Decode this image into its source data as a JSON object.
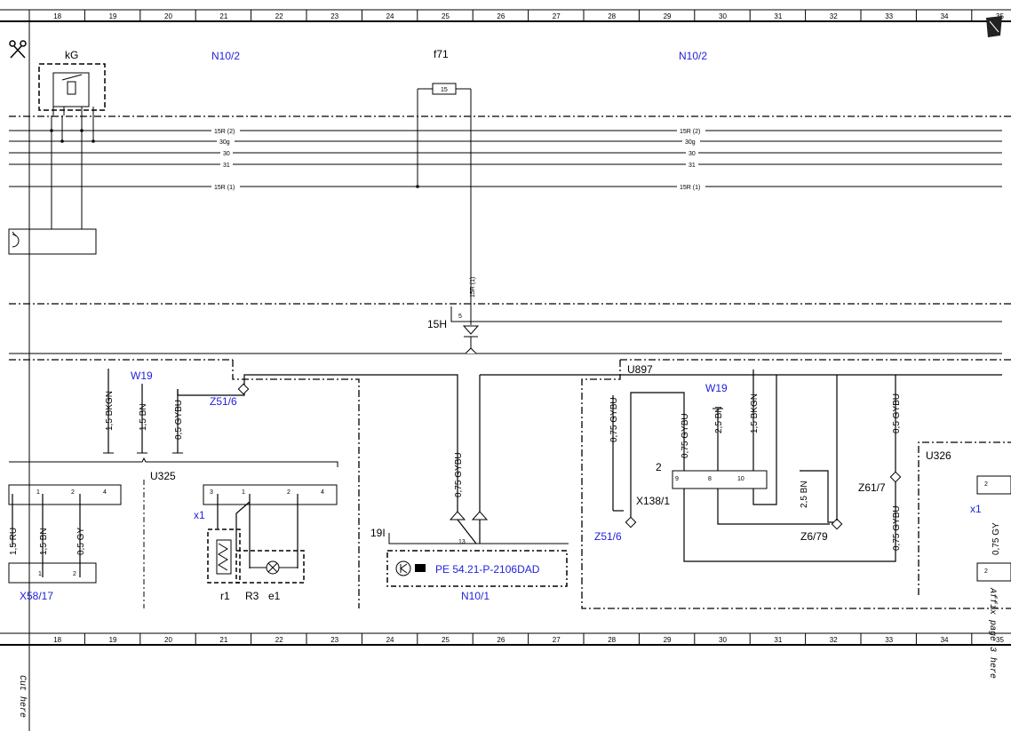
{
  "ruler_numbers": [
    "18",
    "19",
    "20",
    "21",
    "22",
    "23",
    "24",
    "25",
    "26",
    "27",
    "28",
    "29",
    "30",
    "31",
    "32",
    "33",
    "34",
    "35"
  ],
  "components": {
    "kG": "kG",
    "n10_2_left": "N10/2",
    "f71": "f71",
    "fuse_15": "15",
    "n10_2_right": "N10/2",
    "h15": "15H",
    "pin5": "5",
    "u897": "U897",
    "w19_left": "W19",
    "w19_right": "W19",
    "z51_6_top": "Z51/6",
    "z51_6_bottom": "Z51/6",
    "u325": "U325",
    "u326": "U326",
    "x1_left": "x1",
    "x1_right": "x1",
    "r1": "r1",
    "r3": "R3",
    "e1": "e1",
    "x58_17": "X58/17",
    "n10_1": "N10/1",
    "pin19i": "19I",
    "pin13": "13",
    "x138_1": "X138/1",
    "z6_79": "Z6/79",
    "z61_7": "Z61/7",
    "pin2": "2",
    "pin9": "9",
    "pin8": "8",
    "pin10": "10",
    "pe_ref": "PE 54.21-P-2106DAD"
  },
  "bus_labels": {
    "b15r2_l": "15R (2)",
    "b30g_l": "30g",
    "b30_l": "30",
    "b31_l": "31",
    "b15r1_l": "15R (1)",
    "b15r2_r": "15R (2)",
    "b30g_r": "30g",
    "b30_r": "30",
    "b31_r": "31",
    "b15r1_r": "15R (1)",
    "vert15r1": "15R (1)"
  },
  "wire_labels": {
    "w_15bkgn_left": "1,5 BKGN",
    "w_15bn_left": "1,5 BN",
    "w_05gybu_left": "0,5 GYBU",
    "w_075gybu_center": "0,75 GYBU",
    "w_075gybu_a": "0,75 GYBU",
    "w_075gybu_b": "0,75 GYBU",
    "w_25bn": "2,5 BN",
    "w_15bkgn_right": "1,5 BKGN",
    "w_25bn_b": "2,5 BN",
    "w_05gybu_right": "0,5 GYBU",
    "w_075gybu_right": "0,75 GYBU",
    "w_15ru": "1,5 RU",
    "w_15bn_lower": "1,5 BN",
    "w_05gy_lower": "0,5 GY",
    "w_075gy_right": "0,75 GY"
  },
  "connector_pins": {
    "p1": "1",
    "p2": "2",
    "p4": "4",
    "p3": "3",
    "p1b": "1",
    "p2b": "2",
    "p4b": "4",
    "p1c": "1",
    "p2c": "2",
    "p2d": "2",
    "p2e": "2"
  },
  "side_notes": {
    "cut_here": "Cut here",
    "affix_page": "Affix page 3 here"
  }
}
